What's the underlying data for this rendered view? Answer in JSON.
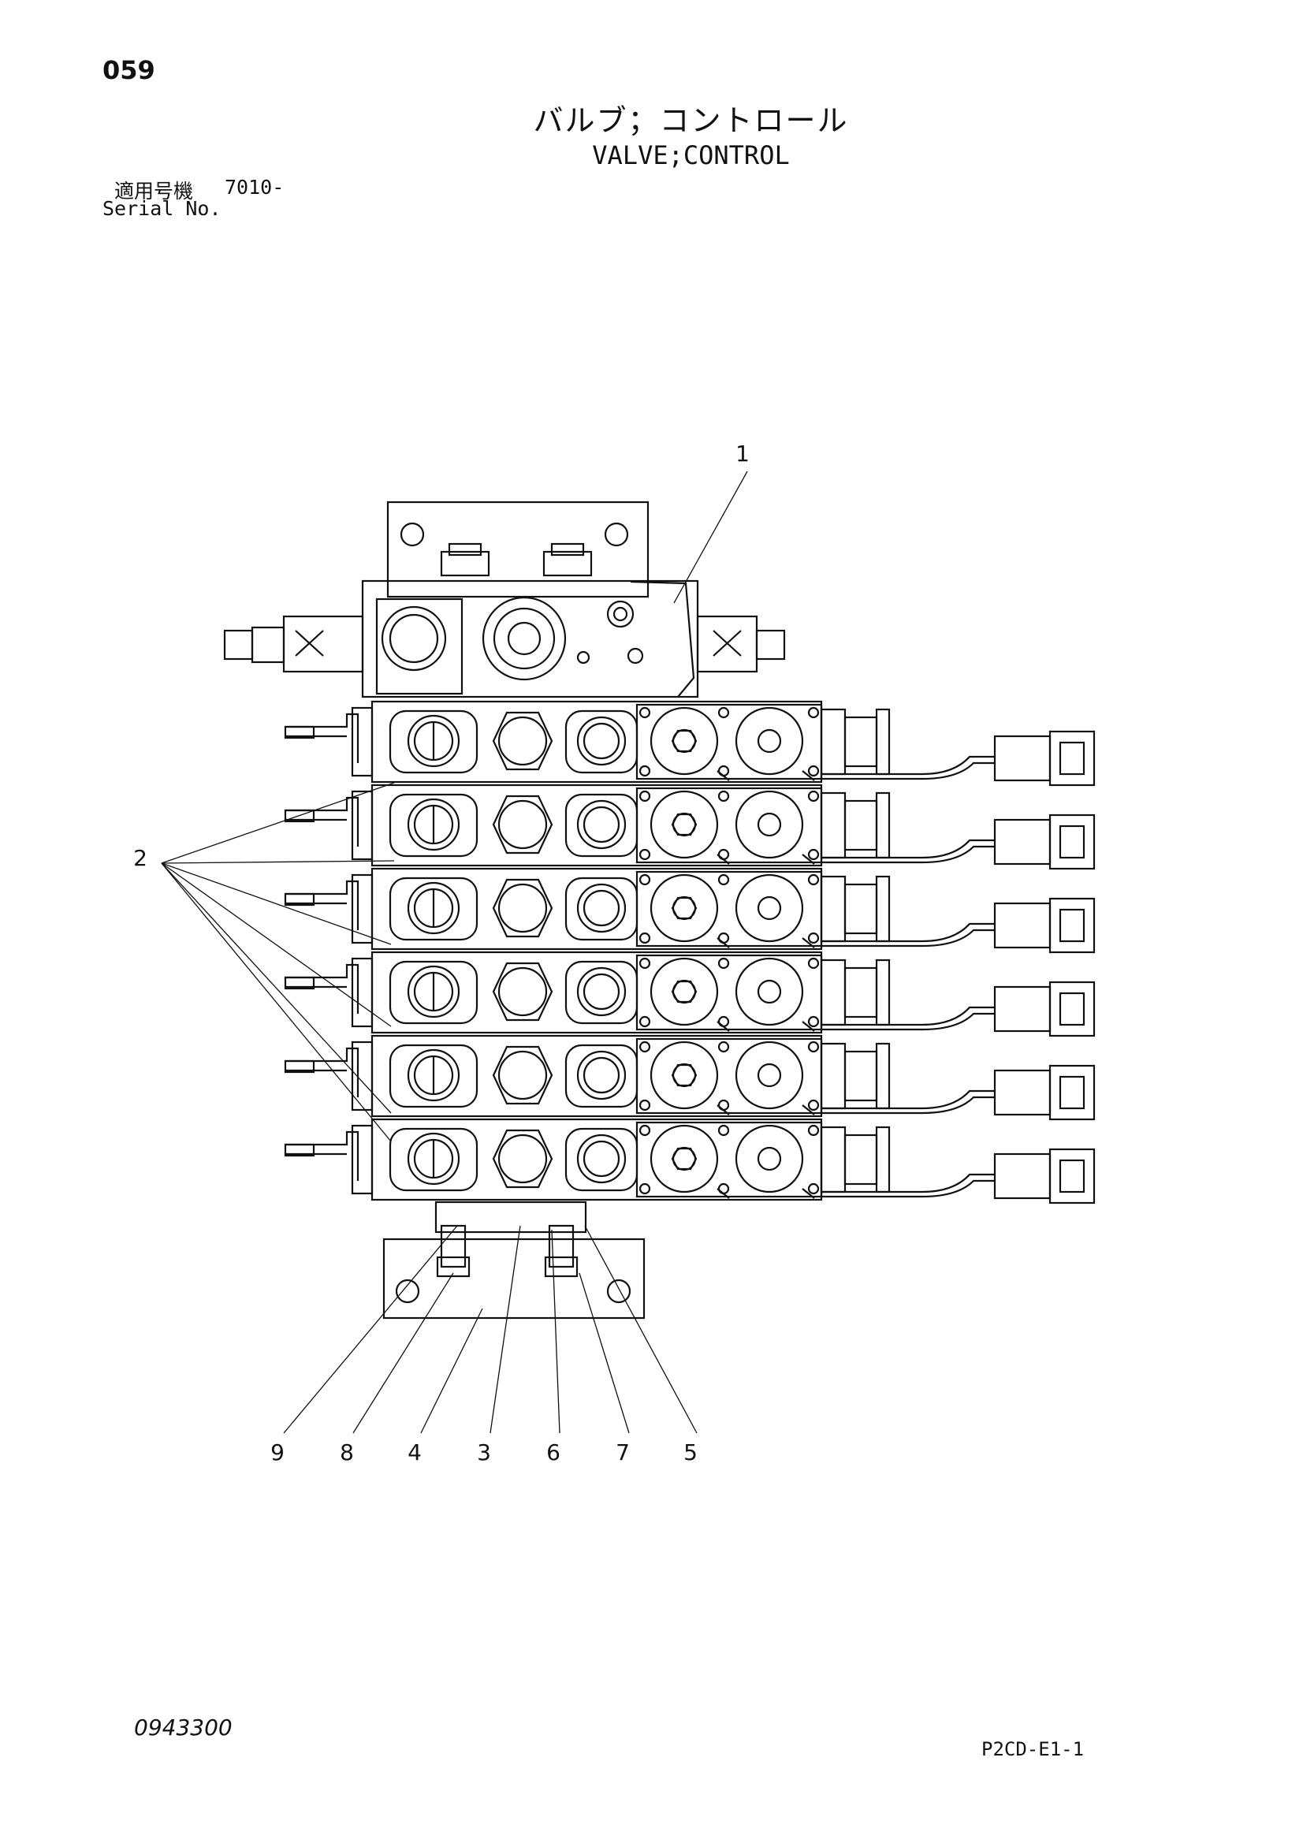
{
  "header": {
    "page_number": "059",
    "title_jp": "バルブ；コントロール",
    "title_en": "VALVE;CONTROL",
    "serial_label_jp": "適用号機",
    "serial_value": "7010-",
    "serial_label_en": "Serial No."
  },
  "footer": {
    "document_number": "0943300",
    "document_code": "P2CD-E1-1"
  },
  "callouts": [
    "1",
    "2",
    "9",
    "8",
    "4",
    "3",
    "6",
    "7",
    "5"
  ]
}
